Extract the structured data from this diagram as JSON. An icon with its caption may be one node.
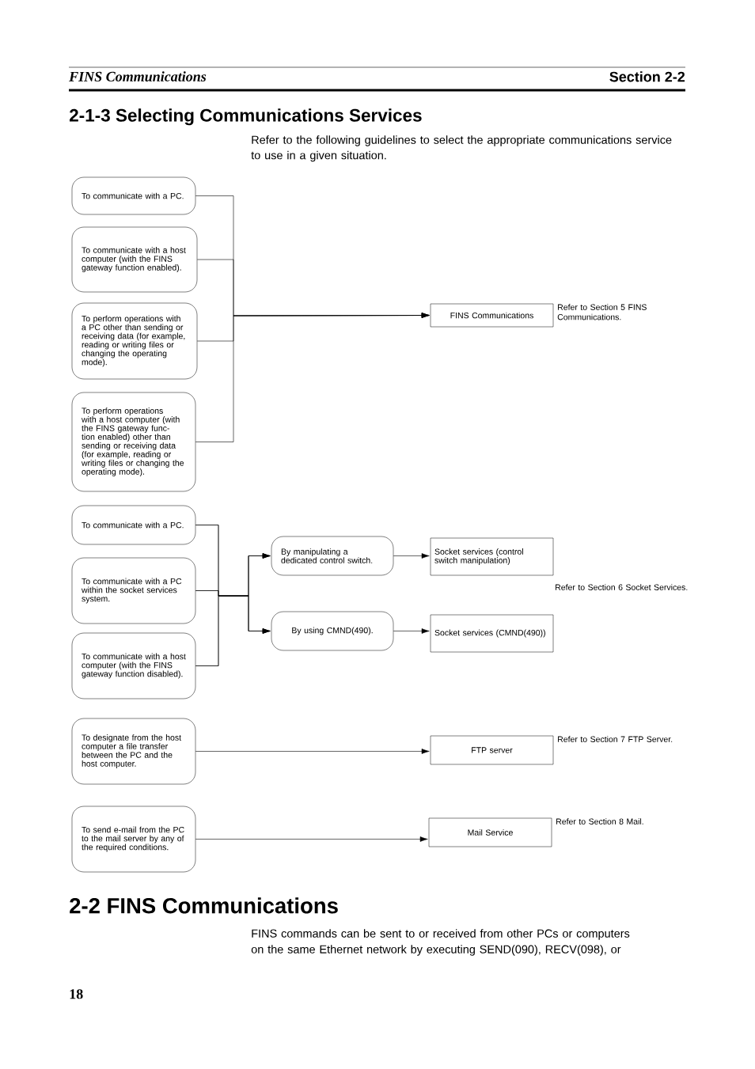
{
  "diagram": {
    "nodes": [
      {
        "text": [
          "To communicate with a PC."
        ]
      },
      {
        "text": [
          "To communicate with a host computer (with the FINS gateway function enabled)."
        ]
      },
      {
        "text": [
          "To perform operations with a PC other than sending or receiving data (for example, reading or writing files or changing the operating mode)."
        ]
      },
      {
        "text": [
          "To perform operations with a host computer (with the FINS gateway func- tion enabled) other than sending or receiving data (for example, reading or writing files or changing the operating mode)."
        ]
      },
      {
        "text": [
          "FINS Communications"
        ],
        "beside": [
          "Refer to Section 5 FINS Communications."
        ]
      },
      {
        "text": [
          "To communicate with a PC."
        ]
      },
      {
        "text": [
          "To communicate with a PC within the socket services system."
        ]
      },
      {
        "text": [
          "To communicate with a host computer (with the FINS gateway function disabled)."
        ]
      },
      {
        "text": [
          "By manipulating a dedicated control switch."
        ]
      },
      {
        "text": [
          "By using CMND(490)."
        ]
      },
      {
        "text": [
          "Socket services (control switch manipulation)"
        ]
      },
      {
        "text": [
          "Socket services (CMND(490))"
        ]
      },
      {
        "text": [
          "To designate from the host computer a file transfer between the PC and the host computer."
        ]
      },
      {
        "text": [
          "FTP server"
        ],
        "beside": [
          "Refer to Section 7 FTP Server."
        ]
      },
      {
        "text": [
          "To send e-mail from the PC to the mail server by any of the required conditions."
        ]
      },
      {
        "text": [
          "Mail Service"
        ],
        "beside": [
          "Refer to Section 8 Mail."
        ]
      }
    ],
    "edges": [
      {
        "from": 0,
        "to": 4,
        "arrow": "to"
      },
      {
        "from": 1,
        "to": 4,
        "arrow": "to"
      },
      {
        "from": 2,
        "to": 4,
        "arrow": "to"
      },
      {
        "from": 3,
        "to": 4,
        "arrow": "to"
      },
      {
        "from": 5,
        "to": 8,
        "arrow": "to"
      },
      {
        "from": 6,
        "to": 8,
        "arrow": "to"
      },
      {
        "from": 7,
        "to": 8,
        "arrow": "to"
      },
      {
        "from": 5,
        "to": 9,
        "arrow": "to"
      },
      {
        "from": 6,
        "to": 9,
        "arrow": "to"
      },
      {
        "from": 7,
        "to": 9,
        "arrow": "to"
      },
      {
        "from": 8,
        "to": 10,
        "arrow": "to"
      },
      {
        "from": 9,
        "to": 11,
        "arrow": "to"
      },
      {
        "from": 12,
        "to": 13,
        "arrow": "to"
      },
      {
        "from": 14,
        "to": 15,
        "arrow": "to"
      }
    ],
    "labels": [
      "FINS Communications",
      "Section 2-2",
      "2-1-3 Selecting Communications Services",
      "Refer to the following guidelines to select the appropriate communications service to use in a given situation.",
      "Refer to Section 6 Socket Services.",
      "2-2 FINS Communications",
      "FINS commands can be sent to or received from other PCs or computers on the same Ethernet network by executing SEND(090), RECV(098), or",
      "18"
    ]
  }
}
